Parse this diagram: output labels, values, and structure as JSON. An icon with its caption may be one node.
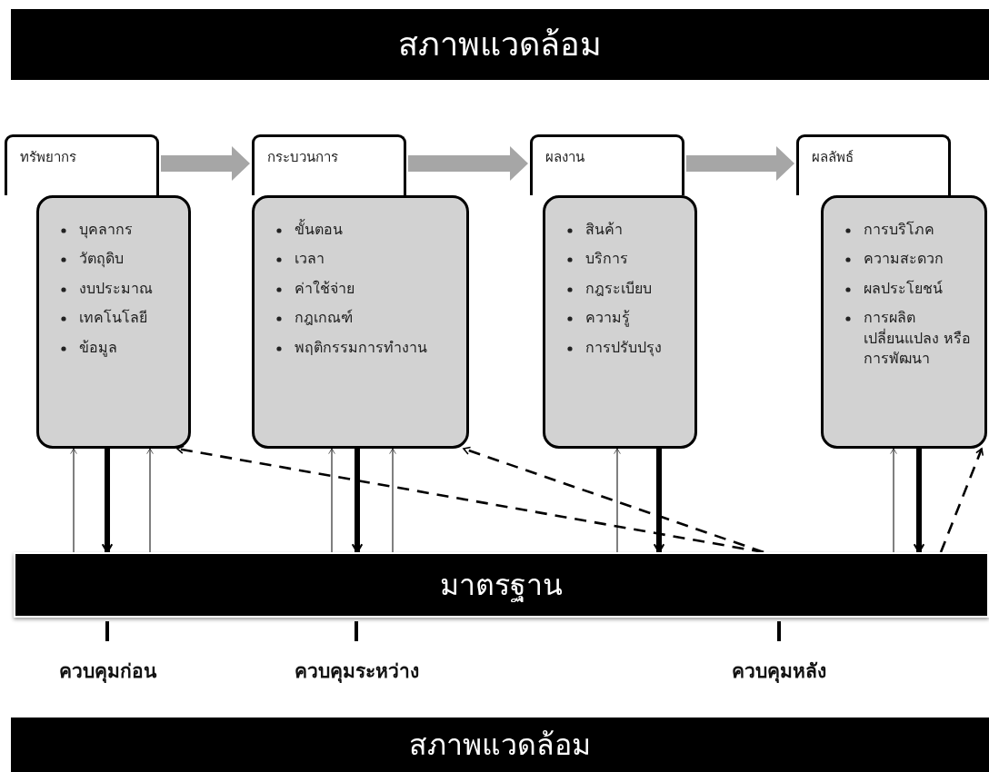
{
  "diagram": {
    "nodes": [
      {
        "text": [
          "สภาพแวดล้อม"
        ]
      },
      {
        "text": [
          "ทรัพยากร"
        ]
      },
      {
        "text": [
          "บุคลากร",
          "วัตถุดิบ",
          "งบประมาณ",
          "เทคโนโลยี",
          "ข้อมูล"
        ]
      },
      {
        "text": [
          "กระบวนการ"
        ]
      },
      {
        "text": [
          "ขั้นตอน",
          "เวลา",
          "ค่าใช้จ่าย",
          "กฎเกณฑ์",
          "พฤติกรรมการทำงาน"
        ]
      },
      {
        "text": [
          "ผลงาน"
        ]
      },
      {
        "text": [
          "สินค้า",
          "บริการ",
          "กฎระเบียบ",
          "ความรู้",
          "การปรับปรุง"
        ]
      },
      {
        "text": [
          "ผลลัพธ์"
        ]
      },
      {
        "text": [
          "การบริโภค",
          "ความสะดวก",
          "ผลประโยชน์",
          "การผลิต เปลี่ยนแปลง หรือการพัฒนา"
        ]
      },
      {
        "text": [
          "มาตรฐาน"
        ]
      },
      {
        "text": [
          "สภาพแวดล้อม"
        ]
      }
    ],
    "edges": [
      {
        "from": 1,
        "to": 3,
        "arrow": "to",
        "style": "thick",
        "color": "#a6a6a6"
      },
      {
        "from": 3,
        "to": 5,
        "arrow": "to",
        "style": "thick",
        "color": "#a6a6a6"
      },
      {
        "from": 5,
        "to": 7,
        "arrow": "to",
        "style": "thick",
        "color": "#a6a6a6"
      },
      {
        "from": 9,
        "to": 2,
        "arrow": "to"
      },
      {
        "from": 2,
        "to": 9,
        "arrow": "to",
        "style": "thick"
      },
      {
        "from": 9,
        "to": 2,
        "arrow": "to"
      },
      {
        "from": 9,
        "to": 4,
        "arrow": "to"
      },
      {
        "from": 4,
        "to": 9,
        "arrow": "to",
        "style": "thick"
      },
      {
        "from": 9,
        "to": 4,
        "arrow": "to"
      },
      {
        "from": 9,
        "to": 6,
        "arrow": "to"
      },
      {
        "from": 6,
        "to": 9,
        "arrow": "to",
        "style": "thick"
      },
      {
        "from": 9,
        "to": 8,
        "arrow": "to"
      },
      {
        "from": 8,
        "to": 9,
        "arrow": "to",
        "style": "thick"
      },
      {
        "from": 9,
        "to": 2,
        "arrow": "to",
        "style": "dashed"
      },
      {
        "from": 9,
        "to": 4,
        "arrow": "to",
        "style": "dashed"
      },
      {
        "from": 9,
        "to": 8,
        "arrow": "to",
        "style": "dashed"
      }
    ],
    "labels": [
      "ควบคุมก่อน",
      "ควบคุมระหว่าง",
      "ควบคุมหลัง"
    ]
  }
}
